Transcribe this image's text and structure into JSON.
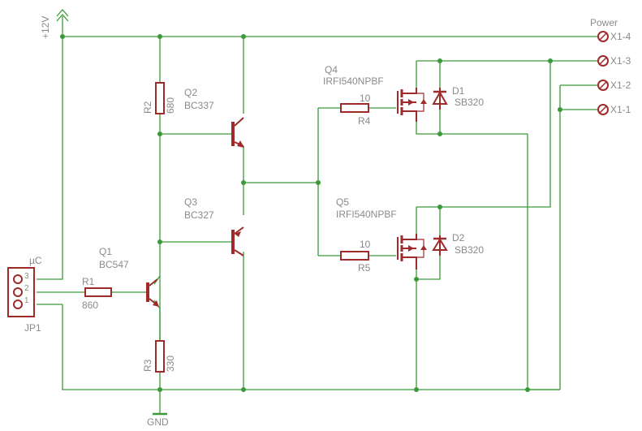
{
  "power": {
    "label": "+12V"
  },
  "ground": {
    "label": "GND"
  },
  "connector_out": {
    "title": "Power",
    "pins": [
      "X1-4",
      "X1-3",
      "X1-2",
      "X1-1"
    ]
  },
  "connector_in": {
    "title": "µC",
    "name": "JP1",
    "pins": [
      "3",
      "2",
      "1"
    ]
  },
  "components": {
    "r1": {
      "name": "R1",
      "value": "860"
    },
    "r2": {
      "name": "R2",
      "value": "680"
    },
    "r3": {
      "name": "R3",
      "value": "330"
    },
    "r4": {
      "name": "R4",
      "value": "10"
    },
    "r5": {
      "name": "R5",
      "value": "10"
    },
    "q1": {
      "name": "Q1",
      "value": "BC547"
    },
    "q2": {
      "name": "Q2",
      "value": "BC337"
    },
    "q3": {
      "name": "Q3",
      "value": "BC327"
    },
    "q4": {
      "name": "Q4",
      "value": "IRFI540NPBF"
    },
    "q5": {
      "name": "Q5",
      "value": "IRFI540NPBF"
    },
    "d1": {
      "name": "D1",
      "value": "SB320"
    },
    "d2": {
      "name": "D2",
      "value": "SB320"
    }
  },
  "colors": {
    "wire": "#3a9a3a",
    "part": "#9e2a2a",
    "text": "#8a8a8a"
  }
}
